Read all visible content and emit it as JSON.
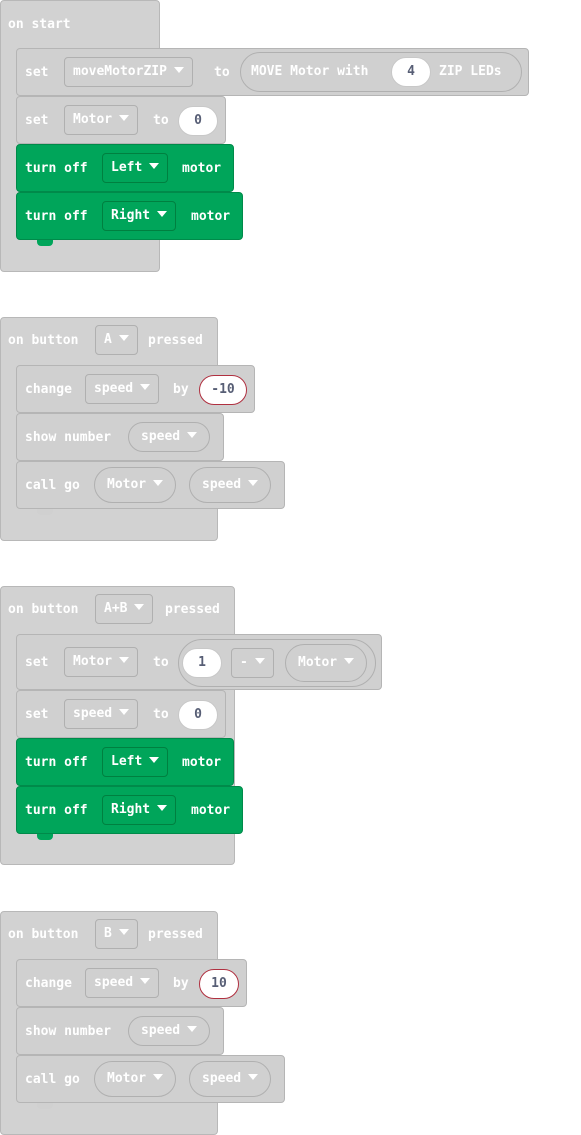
{
  "on_start": {
    "hat": "on start",
    "set1": {
      "set": "set",
      "var": "moveMotorZIP",
      "to": "to",
      "expr_a": "MOVE Motor with",
      "num": "4",
      "expr_b": "ZIP LEDs"
    },
    "set2": {
      "set": "set",
      "var": "Motor",
      "to": "to",
      "num": "0"
    },
    "off1": {
      "a": "turn off",
      "side": "Left",
      "b": "motor"
    },
    "off2": {
      "a": "turn off",
      "side": "Right",
      "b": "motor"
    }
  },
  "on_a": {
    "on": "on button",
    "btn": "A",
    "pressed": "pressed",
    "change": {
      "a": "change",
      "var": "speed",
      "by": "by",
      "num": "-10"
    },
    "show": {
      "a": "show number",
      "var": "speed"
    },
    "call": {
      "a": "call go",
      "p1": "Motor",
      "p2": "speed"
    }
  },
  "on_ab": {
    "on": "on button",
    "btn": "A+B",
    "pressed": "pressed",
    "set1": {
      "set": "set",
      "var": "Motor",
      "to": "to",
      "num": "1",
      "op": "-",
      "var2": "Motor"
    },
    "set2": {
      "set": "set",
      "var": "speed",
      "to": "to",
      "num": "0"
    },
    "off1": {
      "a": "turn off",
      "side": "Left",
      "b": "motor"
    },
    "off2": {
      "a": "turn off",
      "side": "Right",
      "b": "motor"
    }
  },
  "on_b": {
    "on": "on button",
    "btn": "B",
    "pressed": "pressed",
    "change": {
      "a": "change",
      "var": "speed",
      "by": "by",
      "num": "10"
    },
    "show": {
      "a": "show number",
      "var": "speed"
    },
    "call": {
      "a": "call go",
      "p1": "Motor",
      "p2": "speed"
    }
  }
}
